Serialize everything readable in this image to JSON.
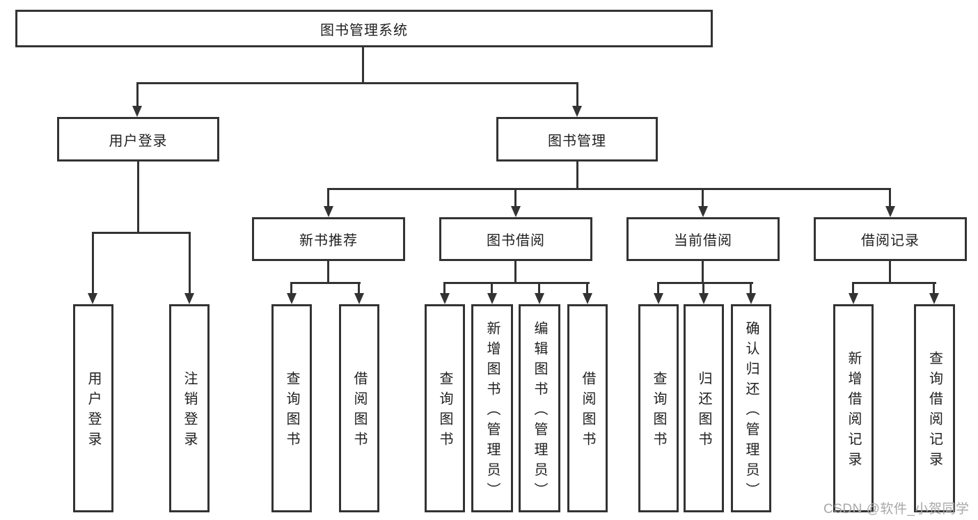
{
  "diagram": {
    "root": "图书管理系统",
    "level2": {
      "user_login": "用户登录",
      "book_mgmt": "图书管理"
    },
    "level3": {
      "new_book": "新书推荐",
      "book_borrow": "图书借阅",
      "current_borrow": "当前借阅",
      "borrow_record": "借阅记录"
    },
    "leaves": {
      "user_login_1": "用户登录",
      "user_login_2": "注销登录",
      "new_book_1": "查询图书",
      "new_book_2": "借阅图书",
      "book_borrow_1": "查询图书",
      "book_borrow_2": "新增图书（管理员）",
      "book_borrow_3": "编辑图书（管理员）",
      "book_borrow_4": "借阅图书",
      "current_borrow_1": "查询图书",
      "current_borrow_2": "归还图书",
      "current_borrow_3": "确认归还（管理员）",
      "borrow_record_1": "新增借阅记录",
      "borrow_record_2": "查询借阅记录"
    }
  },
  "watermark": "CSDN @软件_小贺同学",
  "colors": {
    "line": "#333333",
    "text": "#1f1f1f",
    "watermark": "#a8a8a8",
    "background": "#ffffff"
  }
}
